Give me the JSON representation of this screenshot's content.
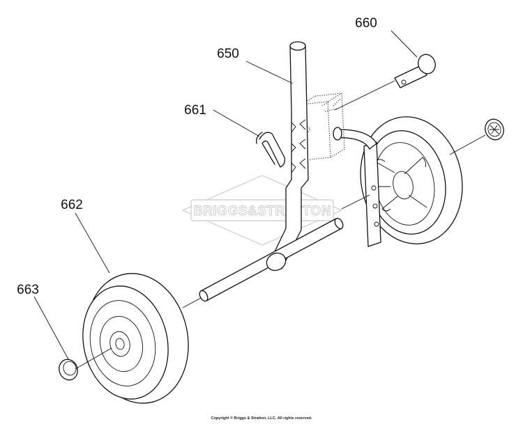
{
  "watermark": "BRIGGS&STRATTON",
  "copyright": "Copyright © Briggs & Stratton, LLC. All rights reserved.",
  "callouts": [
    {
      "id": "660",
      "label": "660"
    },
    {
      "id": "650",
      "label": "650"
    },
    {
      "id": "661",
      "label": "661"
    },
    {
      "id": "662",
      "label": "662"
    },
    {
      "id": "663",
      "label": "663"
    }
  ]
}
